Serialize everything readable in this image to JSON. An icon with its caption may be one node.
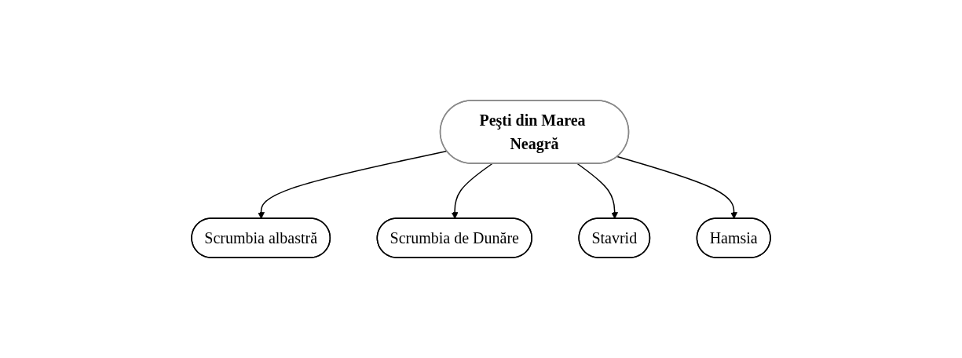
{
  "diagram": {
    "nodes": [
      {
        "text": [
          "Scrumbia albastră"
        ]
      },
      {
        "text": [
          "Scrumbia de Dunăre"
        ]
      },
      {
        "text": [
          "Peşti din Marea Neagră"
        ]
      },
      {
        "text": [
          "Stavrid"
        ]
      },
      {
        "text": [
          "Hamsia"
        ]
      }
    ],
    "edges": [
      {
        "from": 2,
        "to": 0,
        "arrow": "to"
      },
      {
        "from": 2,
        "to": 1,
        "arrow": "to"
      },
      {
        "from": 2,
        "to": 3,
        "arrow": "to"
      },
      {
        "from": 2,
        "to": 4,
        "arrow": "to"
      }
    ]
  }
}
